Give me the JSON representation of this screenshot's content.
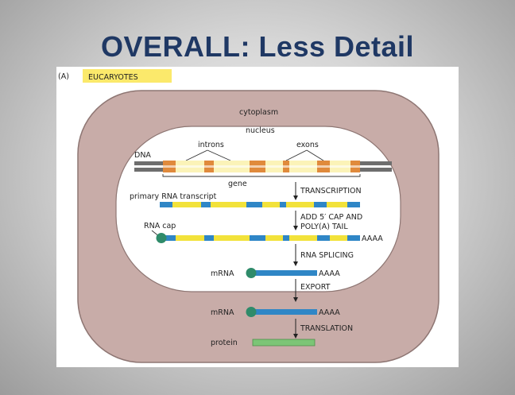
{
  "title": "OVERALL: Less Detail",
  "figure": {
    "panel_letter": "(A)",
    "panel_label": "EUCARYOTES",
    "compartments": {
      "cytoplasm": "cytoplasm",
      "nucleus": "nucleus"
    },
    "labels": {
      "introns": "introns",
      "exons": "exons",
      "dna": "DNA",
      "gene": "gene",
      "primary_transcript": "primary RNA transcript",
      "rna_cap": "RNA cap",
      "mrna_nuclear": "mRNA",
      "mrna_cytoplasm": "mRNA",
      "protein": "protein",
      "poly_a_1": "AAAA",
      "poly_a_2": "AAAA",
      "poly_a_3": "AAAA"
    },
    "steps": {
      "transcription": "TRANSCRIPTION",
      "cap_tail_line1": "ADD 5′ CAP AND",
      "cap_tail_line2": "POLY(A) TAIL",
      "splicing": "RNA SPLICING",
      "export": "EXPORT",
      "translation": "TRANSLATION"
    },
    "colors": {
      "cytoplasm": "#c8aca8",
      "nucleus": "#ffffff",
      "dna_strand": "#6e6e6e",
      "exon": "#e08a3c",
      "intron": "#fbf3b8",
      "rna_exon": "#2f86c6",
      "rna_intron": "#f2e23a",
      "cap": "#2f8b6a",
      "protein": "#7cc576",
      "label_highlight": "#fbe96b"
    }
  }
}
